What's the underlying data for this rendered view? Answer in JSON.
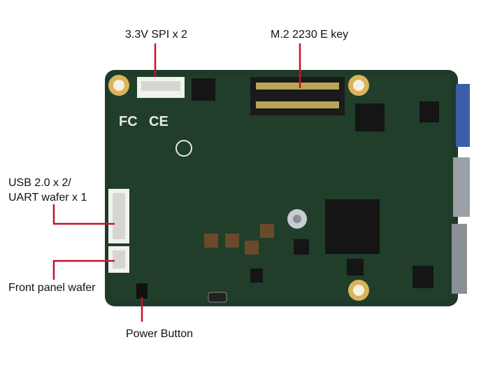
{
  "labels": {
    "spi": "3.3V SPI x 2",
    "m2": "M.2 2230 E key",
    "usb_line1": "USB 2.0 x 2/",
    "usb_line2": "UART wafer x 1",
    "front_panel": "Front panel wafer",
    "power_button": "Power Button"
  },
  "colors": {
    "pcb": "#1f3a28",
    "pcb_dark": "#152a1c",
    "leader_line": "#c8102e",
    "mount_hole_ring": "#d9b45a",
    "connector_white": "#f2f2ee",
    "chip": "#151515"
  }
}
